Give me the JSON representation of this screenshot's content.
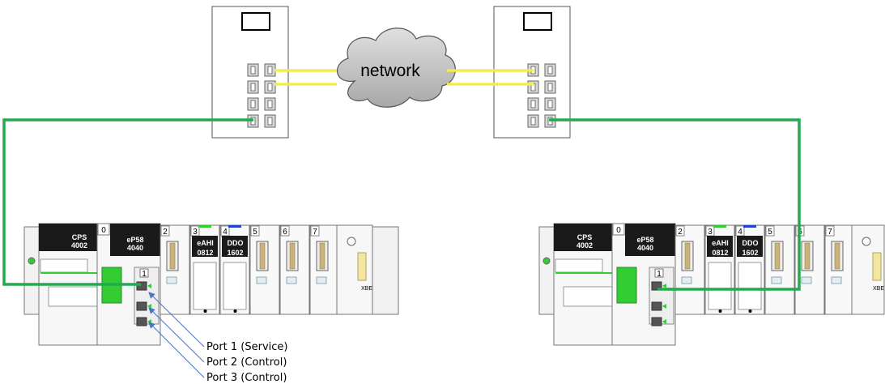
{
  "network": {
    "label": "network"
  },
  "rack_left": {
    "power_supply": {
      "line1": "CPS",
      "line2": "4002"
    },
    "cpu": {
      "slot": "0",
      "line1": "eP58",
      "line2": "4040"
    },
    "port_block_num": "1",
    "slots": [
      {
        "slot": "2",
        "line1": "",
        "line2": ""
      },
      {
        "slot": "3",
        "line1": "eAHI",
        "line2": "0812"
      },
      {
        "slot": "4",
        "line1": "DDO",
        "line2": "1602"
      },
      {
        "slot": "5",
        "line1": "",
        "line2": ""
      },
      {
        "slot": "6",
        "line1": "",
        "line2": ""
      },
      {
        "slot": "7",
        "line1": "",
        "line2": ""
      }
    ],
    "extender": "XBE"
  },
  "rack_right": {
    "power_supply": {
      "line1": "CPS",
      "line2": "4002"
    },
    "cpu": {
      "slot": "0",
      "line1": "eP58",
      "line2": "4040"
    },
    "port_block_num": "1",
    "slots": [
      {
        "slot": "2",
        "line1": "",
        "line2": ""
      },
      {
        "slot": "3",
        "line1": "eAHI",
        "line2": "0812"
      },
      {
        "slot": "4",
        "line1": "DDO",
        "line2": "1602"
      },
      {
        "slot": "5",
        "line1": "",
        "line2": ""
      },
      {
        "slot": "6",
        "line1": "",
        "line2": ""
      },
      {
        "slot": "7",
        "line1": "",
        "line2": ""
      }
    ],
    "extender": "XBE"
  },
  "port_labels": [
    "Port 1 (Service)",
    "Port 2 (Control)",
    "Port 3 (Control)"
  ],
  "colors": {
    "ethernet_cable": "#22aa4e",
    "network_link": "#f2ef4a",
    "annotation_arrow": "#4a74c4",
    "cloud_fill": "#c8c8c8",
    "module_green": "#33cc33"
  }
}
